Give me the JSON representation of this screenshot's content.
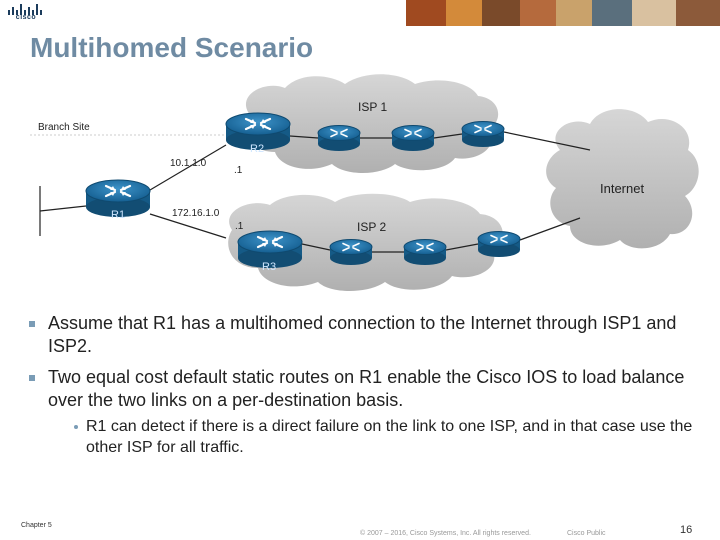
{
  "slide": {
    "title": "Multihomed Scenario",
    "logo_text": "cisco",
    "colors": {
      "title": "#6f8ba3",
      "router": "#1f6fa3",
      "router_label": "#cfe6ff",
      "cloud": "#c7c7c7",
      "bullet": "#7a9cb6"
    }
  },
  "diagram": {
    "branch_site": "Branch Site",
    "isp1": "ISP 1",
    "isp2": "ISP 2",
    "internet": "Internet",
    "r1": "R1",
    "r2": "R2",
    "r3": "R3",
    "net_top": "10.1.1.0",
    "net_bottom": "172.16.1.0",
    "host_top": ".1",
    "host_bottom": ".1"
  },
  "bullets": [
    "Assume that R1 has a multihomed connection to the Internet through ISP1 and ISP2.",
    "Two equal cost default static routes on R1 enable the Cisco IOS to load balance over the two links on a per-destination basis."
  ],
  "sub_bullet": "R1 can detect if there is a direct failure on the link to one ISP, and in that case use the other ISP for all traffic.",
  "footer": {
    "chapter": "Chapter 5",
    "copyright": "© 2007 – 2016, Cisco Systems, Inc. All rights reserved.",
    "classification": "Cisco Public",
    "page": "16"
  }
}
